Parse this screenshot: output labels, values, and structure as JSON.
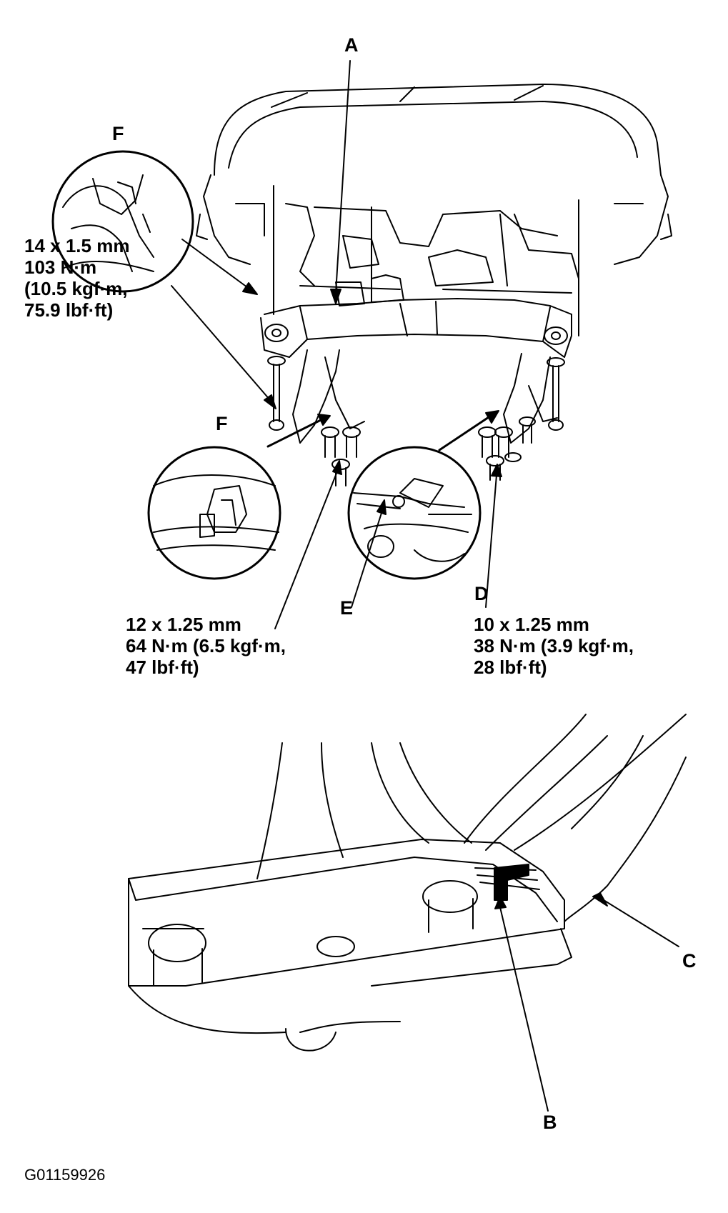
{
  "callouts": {
    "A": "A",
    "B": "B",
    "C": "C",
    "D": "D",
    "E": "E",
    "F_top": "F",
    "F_mid": "F"
  },
  "specs": {
    "bolt_14": [
      "14 x 1.5 mm",
      "103 N·m",
      "(10.5 kgf·m,",
      "75.9 lbf·ft)"
    ],
    "bolt_12": [
      "12 x 1.25 mm",
      "64 N·m (6.5 kgf·m,",
      "47 lbf·ft)"
    ],
    "bolt_10": [
      "10 x 1.25 mm",
      "38 N·m (3.9 kgf·m,",
      "28 lbf·ft)"
    ]
  },
  "figure_code": "G01159926"
}
